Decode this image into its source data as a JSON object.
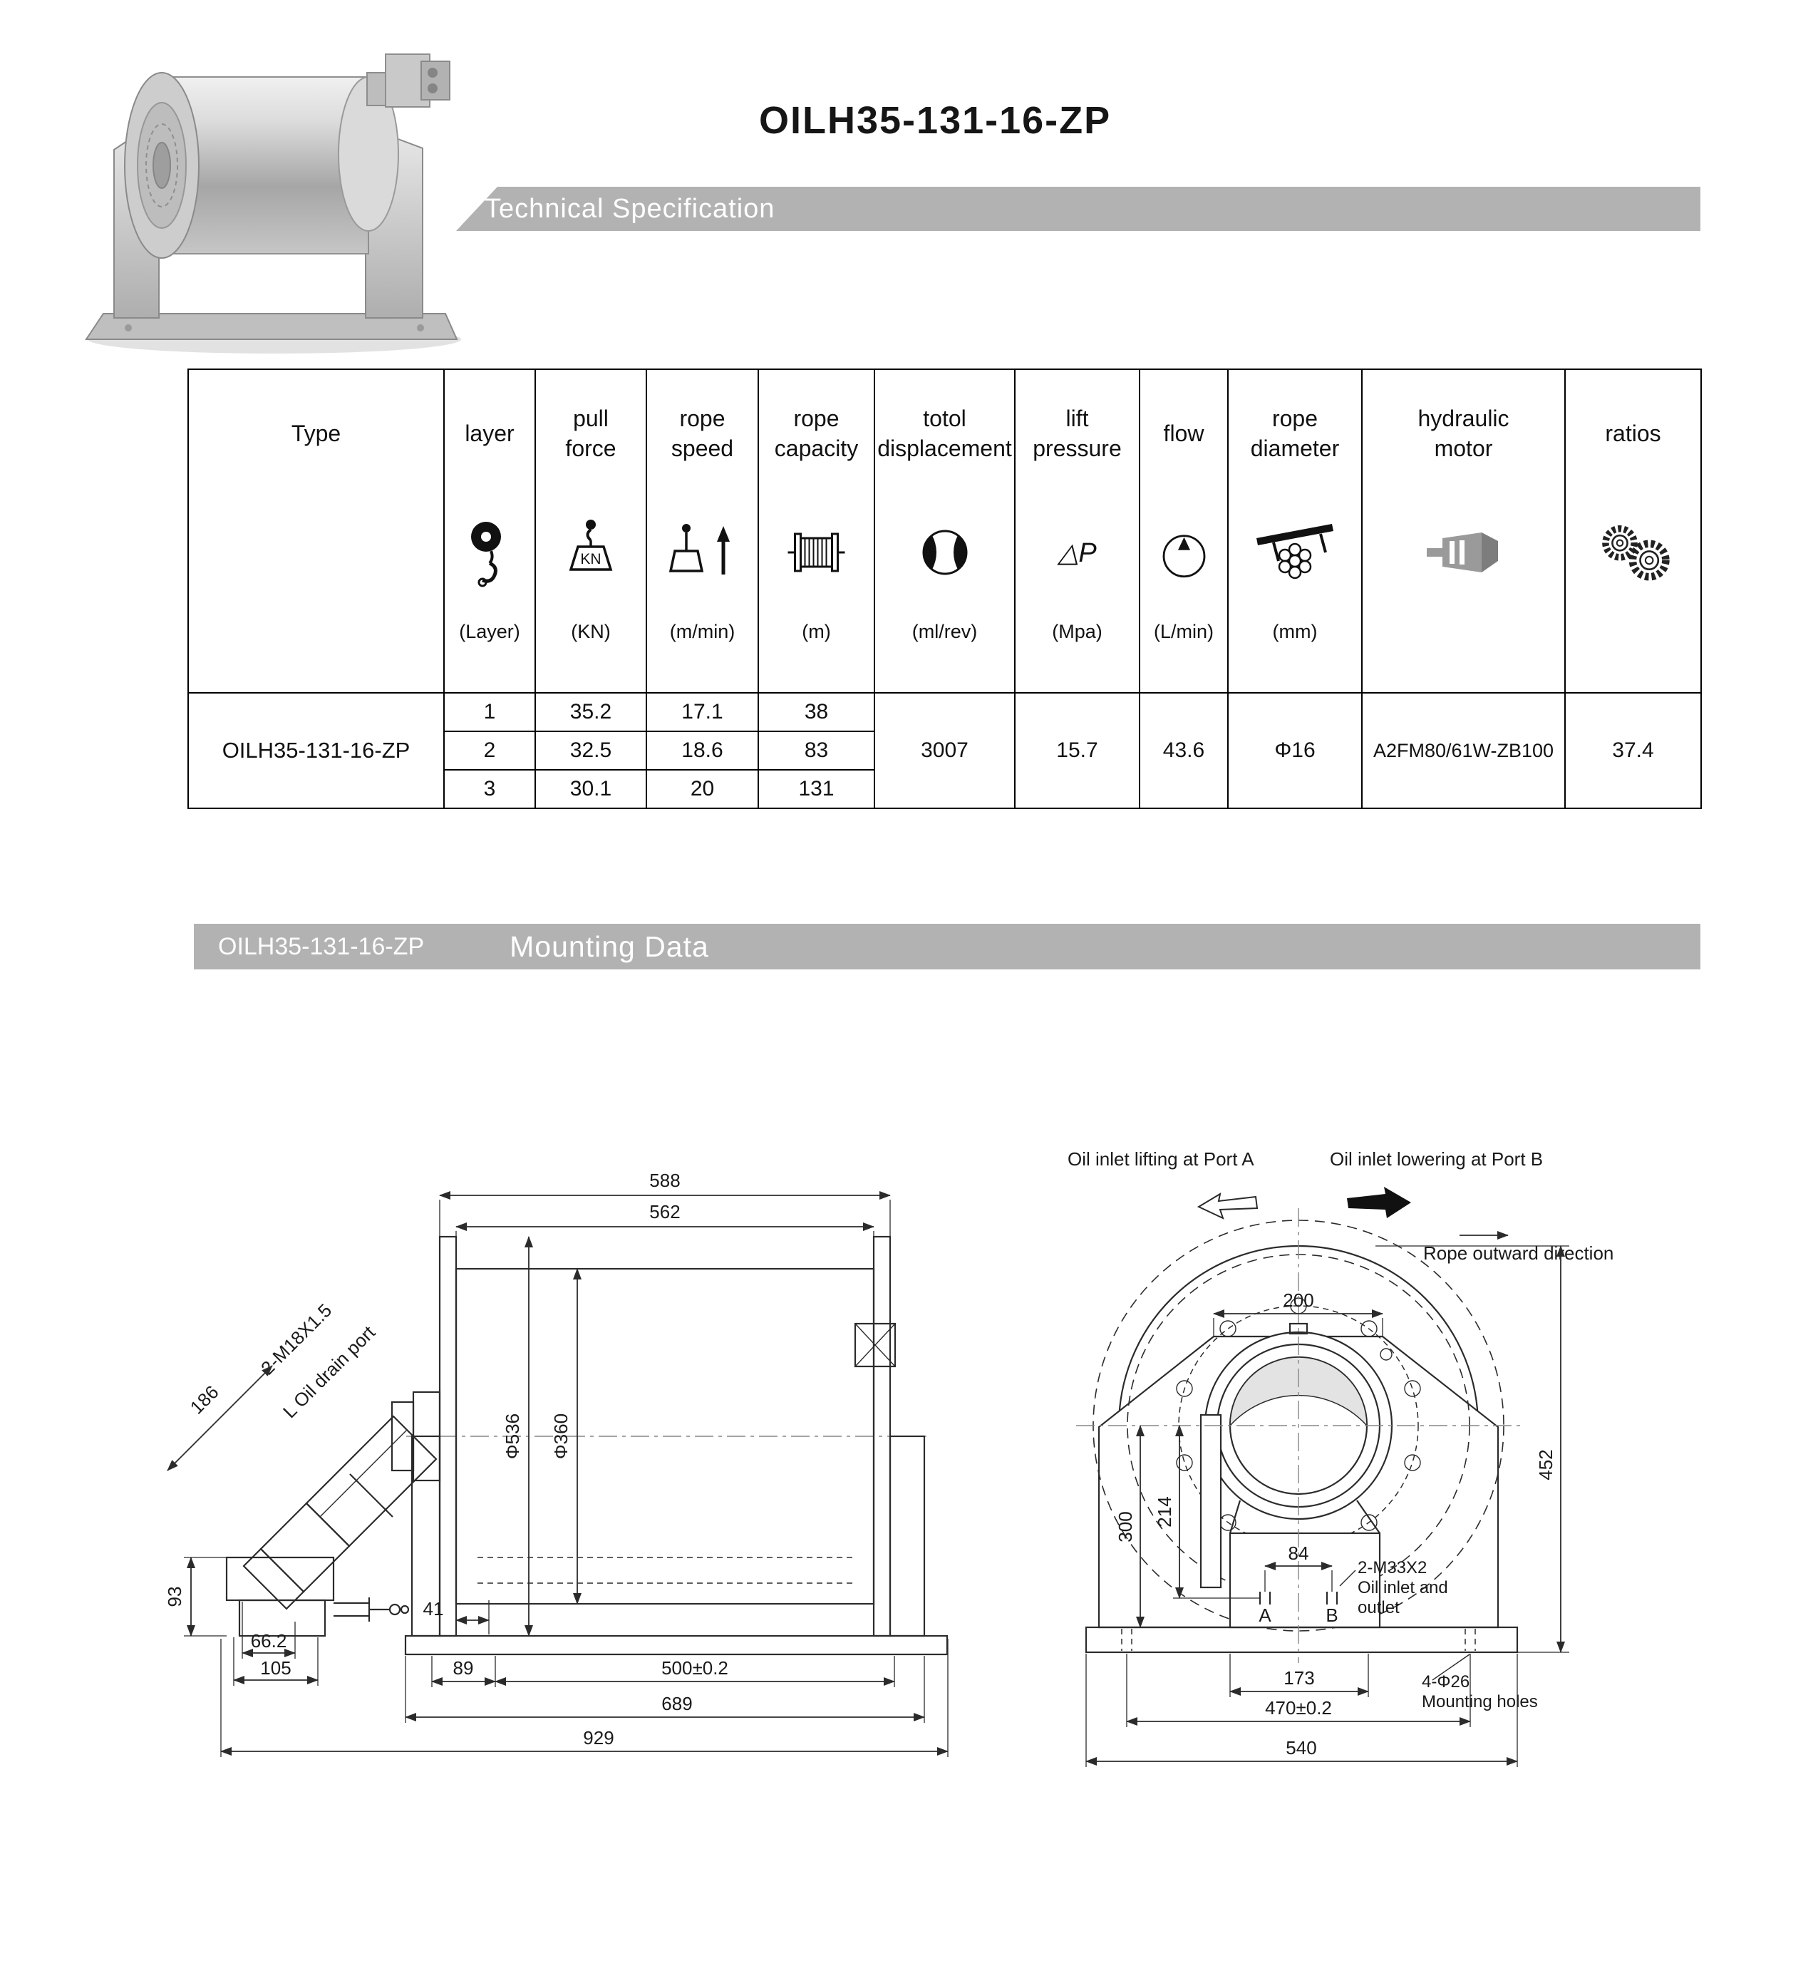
{
  "title": "OILH35-131-16-ZP",
  "banners": {
    "tech_spec": "Technical Specification",
    "mounting_model": "OILH35-131-16-ZP",
    "mounting_label": "Mounting Data"
  },
  "spec_table": {
    "headers": {
      "type": "Type",
      "layer": "layer",
      "pull_force": "pull\nforce",
      "rope_speed": "rope\nspeed",
      "rope_capacity": "rope\ncapacity",
      "total_displacement": "totol\ndisplacement",
      "lift_pressure": "lift\npressure",
      "flow": "flow",
      "rope_diameter": "rope\ndiameter",
      "hydraulic_motor": "hydraulic\nmotor",
      "ratios": "ratios"
    },
    "units": {
      "layer": "(Layer)",
      "pull_force": "(KN)",
      "rope_speed": "(m/min)",
      "rope_capacity": "(m)",
      "total_displacement": "(ml/rev)",
      "lift_pressure": "(Mpa)",
      "flow": "(L/min)",
      "rope_diameter": "(mm)"
    },
    "icons": {
      "kn_label": "KN",
      "pressure_symbol": "△P"
    },
    "type_value": "OILH35-131-16-ZP",
    "rows": [
      {
        "layer": "1",
        "pull_force": "35.2",
        "rope_speed": "17.1",
        "rope_capacity": "38"
      },
      {
        "layer": "2",
        "pull_force": "32.5",
        "rope_speed": "18.6",
        "rope_capacity": "83"
      },
      {
        "layer": "3",
        "pull_force": "30.1",
        "rope_speed": "20",
        "rope_capacity": "131"
      }
    ],
    "merged": {
      "total_displacement": "3007",
      "lift_pressure": "15.7",
      "flow": "43.6",
      "rope_diameter": "Φ16",
      "hydraulic_motor": "A2FM80/61W-ZB100",
      "ratios": "37.4"
    }
  },
  "side_view": {
    "dims": {
      "w588": "588",
      "w562": "562",
      "d536": "Φ536",
      "d360": "Φ360",
      "drain_thread": "2-M18X1.5",
      "drain_label": "L Oil drain port",
      "l186": "186",
      "h93": "93",
      "w66": "66.2",
      "w105": "105",
      "w41": "41",
      "w89": "89",
      "base": "500±0.2",
      "w689": "689",
      "total": "929"
    }
  },
  "front_view": {
    "labels": {
      "port_a": "Oil inlet lifting at Port A",
      "port_b": "Oil inlet lowering at Port B",
      "rope_dir": "Rope outward direction",
      "inlet_thread": "2-M33X2",
      "inlet_l1": "Oil inlet and",
      "inlet_l2": "outlet",
      "port_a_letter": "A",
      "port_b_letter": "B",
      "holes": "4-Φ26",
      "holes2": "Mounting holes"
    },
    "dims": {
      "w200": "200",
      "h214": "214",
      "h300": "300",
      "h452": "452",
      "w84": "84",
      "w173": "173",
      "bolt_span": "470±0.2",
      "total": "540"
    }
  }
}
